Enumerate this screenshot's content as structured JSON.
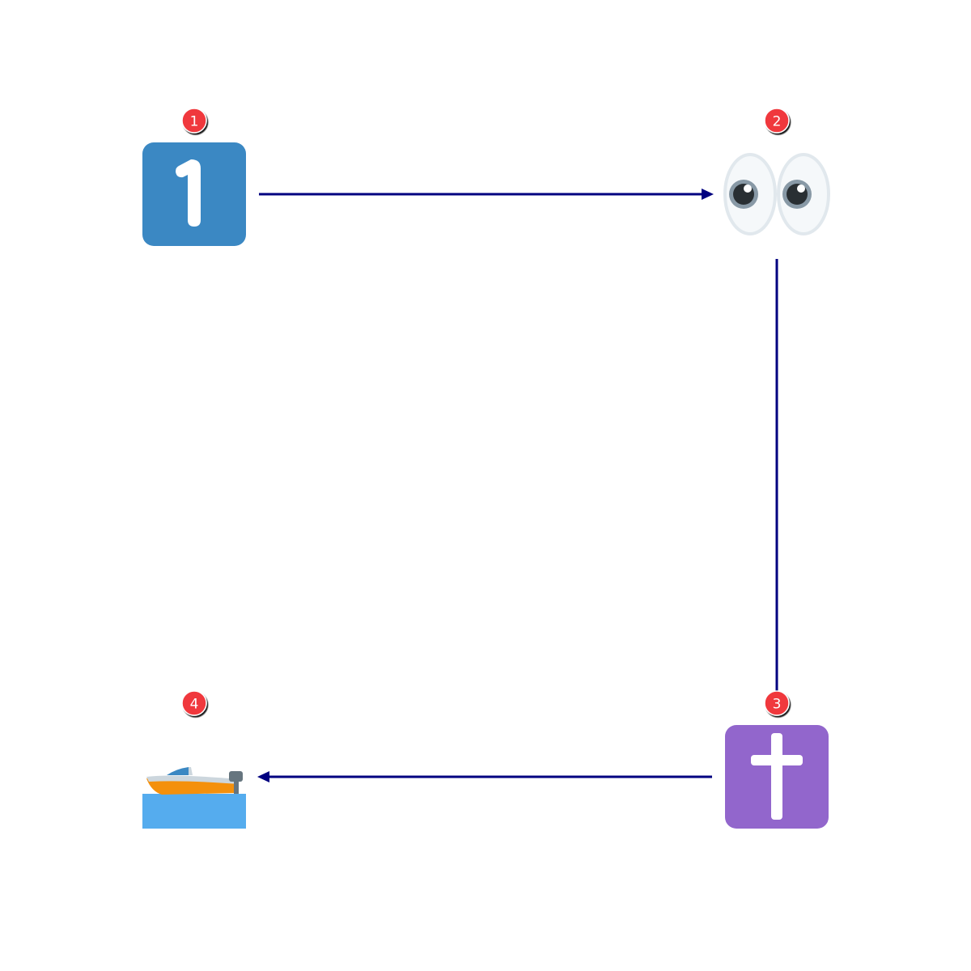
{
  "diagram": {
    "type": "emoji-sequence",
    "arrow_color": "#000080",
    "badge_color": "#f0383c",
    "steps": [
      {
        "badge": "1",
        "icon": "keycap-digit-one-icon",
        "color": "#3b88c3"
      },
      {
        "badge": "2",
        "icon": "eyes-icon",
        "color": "#e1e8ed"
      },
      {
        "badge": "3",
        "icon": "latin-cross-icon",
        "color": "#9266cc"
      },
      {
        "badge": "4",
        "icon": "speedboat-icon",
        "color": "#55acee"
      }
    ],
    "connections": [
      {
        "from": "1",
        "to": "2"
      },
      {
        "from": "2",
        "to": "3"
      },
      {
        "from": "3",
        "to": "4"
      }
    ]
  }
}
